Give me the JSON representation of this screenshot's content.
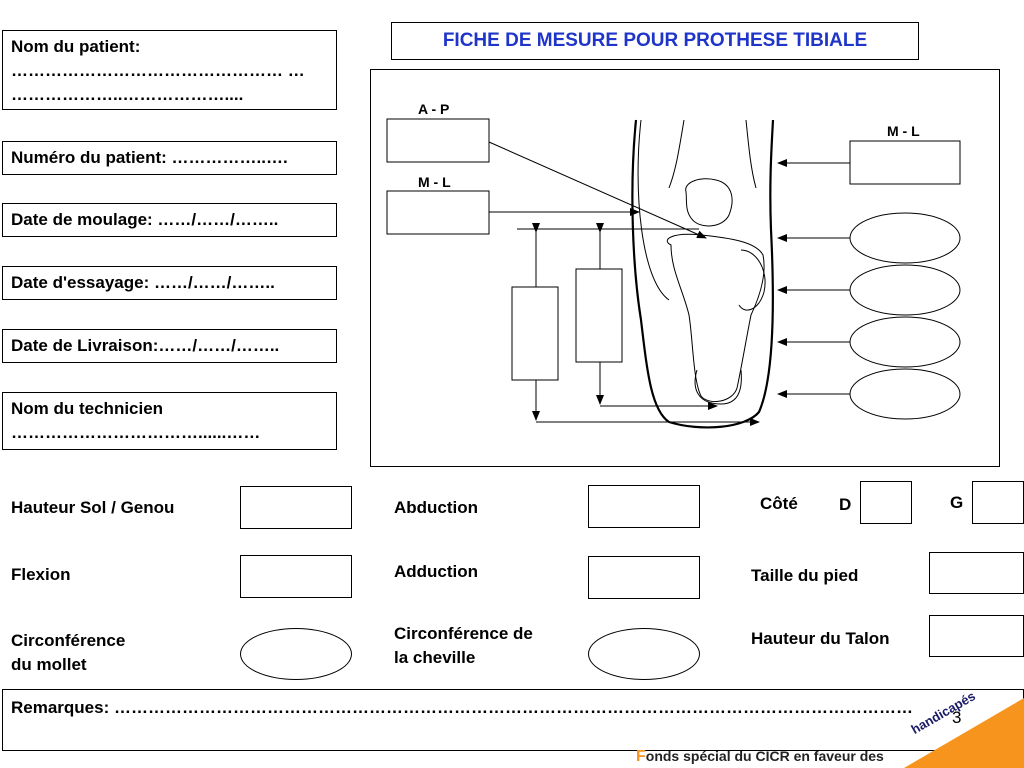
{
  "title": "FICHE DE MESURE POUR PROTHESE TIBIALE",
  "fields": {
    "patient_name": "Nom du patient:\n………………………………………… … ………………..………………....",
    "patient_number": "Numéro du patient: ……………..….",
    "molding_date": "Date de moulage: ……/……/……..",
    "fitting_date": "Date d'essayage: ……/……/……..",
    "delivery_date": "Date de Livraison:……/……/……..",
    "technician": "Nom du technicien\n……………………………......……"
  },
  "diagram": {
    "ap_label": "A - P",
    "ml_left_label": "M - L",
    "ml_right_label": "M - L"
  },
  "measures": {
    "ground_knee_height": "Hauteur Sol / Genou",
    "flexion": "Flexion",
    "calf_circ": "Circonférence\ndu mollet",
    "abduction": "Abduction",
    "adduction": "Adduction",
    "ankle_circ": "Circonférence de\nla cheville",
    "side": "Côté",
    "side_d": "D",
    "side_g": "G",
    "foot_size": "Taille du pied",
    "heel_height": "Hauteur du Talon"
  },
  "remarks": "Remarques: ……………………………………………………………………………………………………………………………",
  "page_number": "3",
  "footer": {
    "initial": "F",
    "rest": "onds spécial du CICR en faveur des",
    "corner": "handicapés"
  },
  "colors": {
    "title_blue": "#1f35c9",
    "footer_orange": "#f7941d"
  }
}
